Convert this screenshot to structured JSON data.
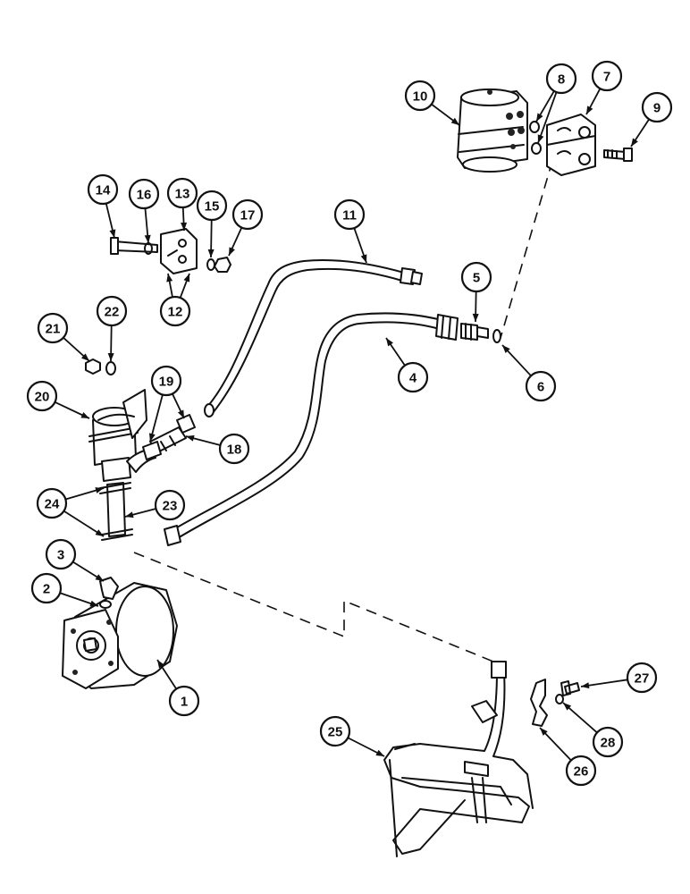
{
  "callouts": [
    "1",
    "2",
    "3",
    "4",
    "5",
    "6",
    "7",
    "8",
    "9",
    "10",
    "11",
    "12",
    "13",
    "14",
    "15",
    "16",
    "17",
    "18",
    "19",
    "20",
    "21",
    "22",
    "23",
    "24",
    "25",
    "26",
    "27",
    "28"
  ]
}
